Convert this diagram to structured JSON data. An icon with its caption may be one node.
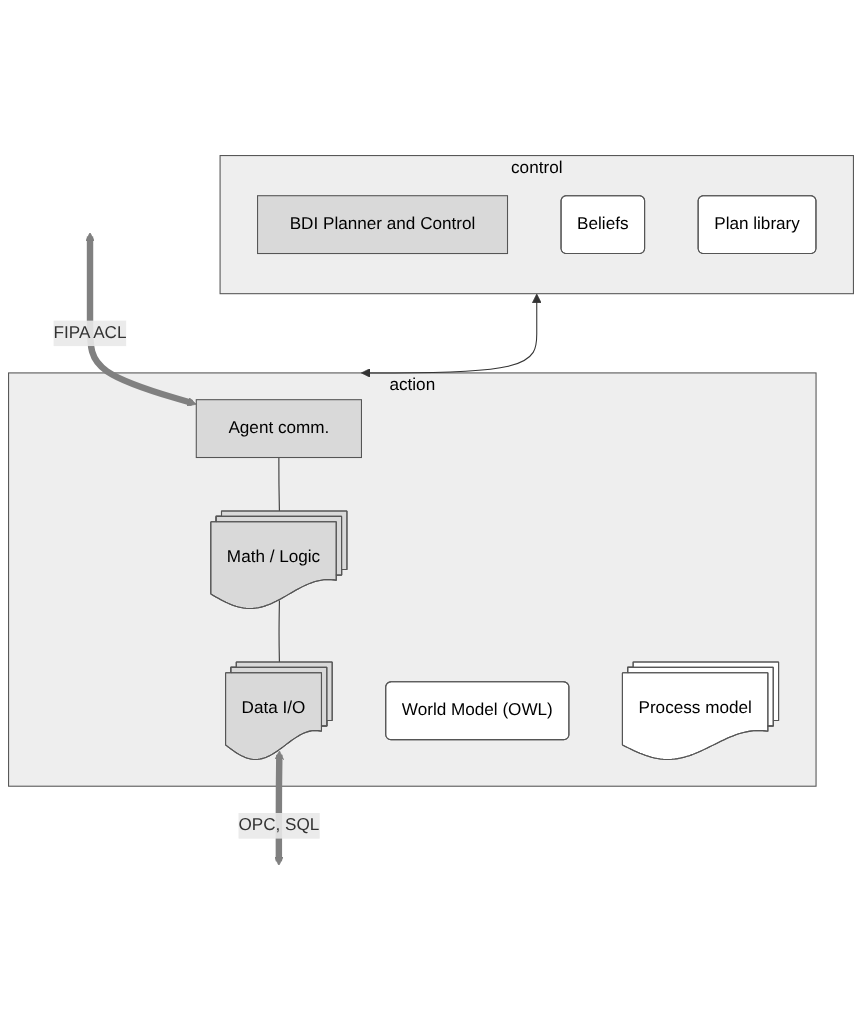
{
  "diagram": {
    "nodes": [
      {
        "text": [
          "control"
        ]
      },
      {
        "text": [
          "BDI Planner and Control"
        ],
        "in": 0
      },
      {
        "text": [
          "Beliefs"
        ],
        "in": 0
      },
      {
        "text": [
          "Plan library"
        ],
        "in": 0
      },
      {
        "text": [
          "action"
        ]
      },
      {
        "text": [
          "Agent comm."
        ],
        "in": 4
      },
      {
        "text": [
          "Math / Logic"
        ],
        "in": 4
      },
      {
        "text": [
          "Data I/O"
        ],
        "in": 4
      },
      {
        "text": [
          "World Model (OWL)"
        ],
        "in": 4
      },
      {
        "text": [
          "Process model"
        ],
        "in": 4
      }
    ],
    "edges": [
      {
        "from": 0,
        "to": 4,
        "arrow": "both"
      },
      {
        "from": 5,
        "to": 6,
        "arrow": "none"
      },
      {
        "from": 6,
        "to": 7,
        "arrow": "none"
      },
      {
        "from": null,
        "to": 5,
        "arrow": "both",
        "label": "FIPA ACL",
        "style": "thick",
        "color": "#808080"
      },
      {
        "from": 7,
        "to": null,
        "arrow": "both",
        "label": "OPC, SQL",
        "style": "thick",
        "color": "#808080"
      }
    ]
  }
}
